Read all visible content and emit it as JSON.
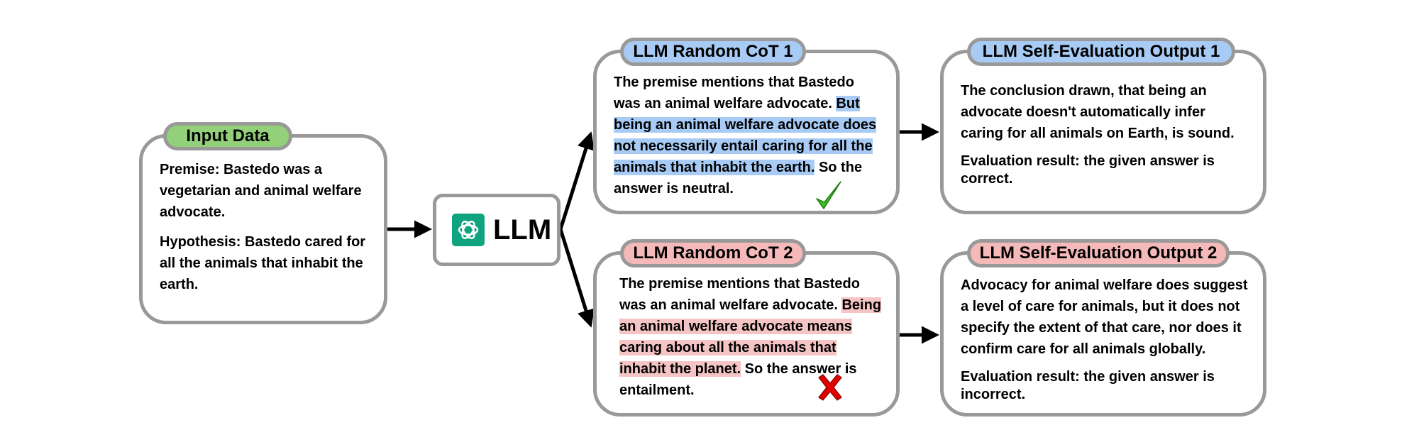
{
  "input": {
    "title": "Input Data",
    "premise": "Premise: Bastedo was a vegetarian and animal welfare advocate.",
    "hypothesis": "Hypothesis: Bastedo cared for all the animals that inhabit the earth."
  },
  "llm": {
    "label": "LLM",
    "logo_icon": "openai-logo-icon",
    "logo_color": "#10a37f"
  },
  "cot1": {
    "title": "LLM Random CoT 1",
    "text_before": "The premise mentions that Bastedo was an animal welfare advocate. ",
    "text_highlight": "But being an animal welfare advocate does not necessarily entail caring for all the animals that inhabit the earth.",
    "text_after": " So the answer is neutral.",
    "highlight_color": "#a7cbf5",
    "mark_icon": "check-mark-icon"
  },
  "cot2": {
    "title": "LLM Random CoT 2",
    "text_before": "The premise mentions that Bastedo was an animal welfare advocate. ",
    "text_highlight": "Being an animal welfare advocate means caring about all the animals that inhabit the planet.",
    "text_after": " So the answer is entailment.",
    "highlight_color": "#f5c4c4",
    "mark_icon": "cross-mark-icon"
  },
  "eval1": {
    "title": "LLM Self-Evaluation Output 1",
    "text": "The conclusion drawn, that being an advocate doesn't automatically infer caring for all animals on Earth, is sound.",
    "result": "Evaluation result: the given answer is correct."
  },
  "eval2": {
    "title": "LLM Self-Evaluation Output 2",
    "text": "Advocacy for animal welfare does suggest a level of care for animals, but it does not specify the extent of that care, nor does it confirm care for all animals globally.",
    "result": "Evaluation result: the given answer is incorrect."
  },
  "colors": {
    "border": "#999999",
    "tag_green": "#93d07a",
    "tag_blue": "#a7cbf5",
    "tag_red": "#f5b9b9",
    "check": "#3cc21f",
    "cross": "#e00000"
  }
}
